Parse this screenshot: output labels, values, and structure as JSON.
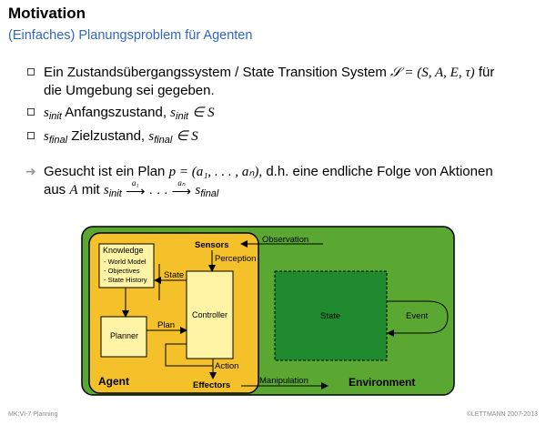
{
  "slide": {
    "title": "Motivation",
    "subtitle": "(Einfaches) Planungsproblem für Agenten"
  },
  "bullets": {
    "b1_pre": "Ein Zustandsübergangssystem / State Transition System",
    "b1_formula": "𝒮 = (S, A, E, τ)",
    "b1_post": "für",
    "b1_line2": "die Umgebung sei gegeben.",
    "b2_var": "s",
    "b2_sub": "init",
    "b2_text": "Anfangszustand,",
    "b2_var2": "s",
    "b2_sub2": "init",
    "b2_rel": "∈ S",
    "b3_var": "s",
    "b3_sub": "final",
    "b3_text": "Zielzustand,",
    "b3_var2": "s",
    "b3_sub2": "final",
    "b3_rel": "∈ S"
  },
  "conclusion": {
    "pre": "Gesucht ist ein Plan",
    "formula": "p = (a₁, . . . , aₙ),",
    "post": "d.h. eine endliche Folge von Aktionen",
    "line2_pre": "aus",
    "line2_A": "A",
    "line2_mit": "mit",
    "s": "s",
    "sub_init": "init",
    "a1": "a₁",
    "an": "aₙ",
    "arrow": "⟶",
    "dots": ". . .",
    "sub_final": "final"
  },
  "diagram": {
    "knowledge_title": "Knowledge",
    "knowledge_items": [
      "- World Model",
      "- Objectives",
      "- State History"
    ],
    "sensors": "Sensors",
    "perception": "Perception",
    "observation": "Observation",
    "state_arrow": "State",
    "controller": "Controller",
    "planner": "Planner",
    "plan": "Plan",
    "action": "Action",
    "effectors": "Effectors",
    "manipulation": "Manipulation",
    "agent": "Agent",
    "environment": "Environment",
    "state_box": "State",
    "event": "Event"
  },
  "footer": {
    "left": "MK:VI-7   Planning",
    "right": "©LETTMANN 2007-2013"
  },
  "colors": {
    "accent": "#2f66c8",
    "environment": "#5aa832",
    "agent": "#f4c12a",
    "knowledge_box": "#fff3a6",
    "state_box": "#1f8a2e"
  }
}
